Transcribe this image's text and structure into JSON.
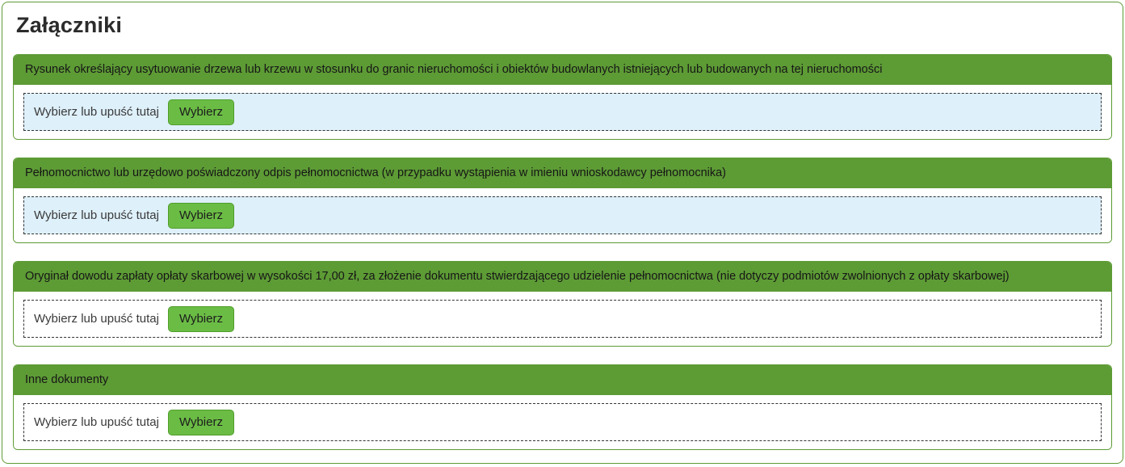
{
  "page": {
    "title": "Załączniki"
  },
  "dropzone": {
    "label": "Wybierz lub upuść tutaj",
    "button_label": "Wybierz"
  },
  "sections": [
    {
      "title": "Rysunek określający usytuowanie drzewa lub krzewu w stosunku do granic nieruchomości i obiektów budowlanych istniejących lub budowanych na tej nieruchomości",
      "highlighted": true
    },
    {
      "title": "Pełnomocnictwo lub urzędowo poświadczony odpis pełnomocnictwa (w przypadku wystąpienia w imieniu wnioskodawcy pełnomocnika)",
      "highlighted": true
    },
    {
      "title": "Oryginał dowodu zapłaty opłaty skarbowej w wysokości 17,00 zł, za złożenie dokumentu stwierdzającego udzielenie pełnomocnictwa (nie dotyczy podmiotów zwolnionych z opłaty skarbowej)",
      "highlighted": false
    },
    {
      "title": "Inne dokumenty",
      "highlighted": false
    }
  ],
  "colors": {
    "green": "#5d9b35",
    "button_green": "#6bbc45",
    "button_border": "#4f9e2b",
    "dropzone_highlight": "#def0fa",
    "header_text": "#161616"
  }
}
